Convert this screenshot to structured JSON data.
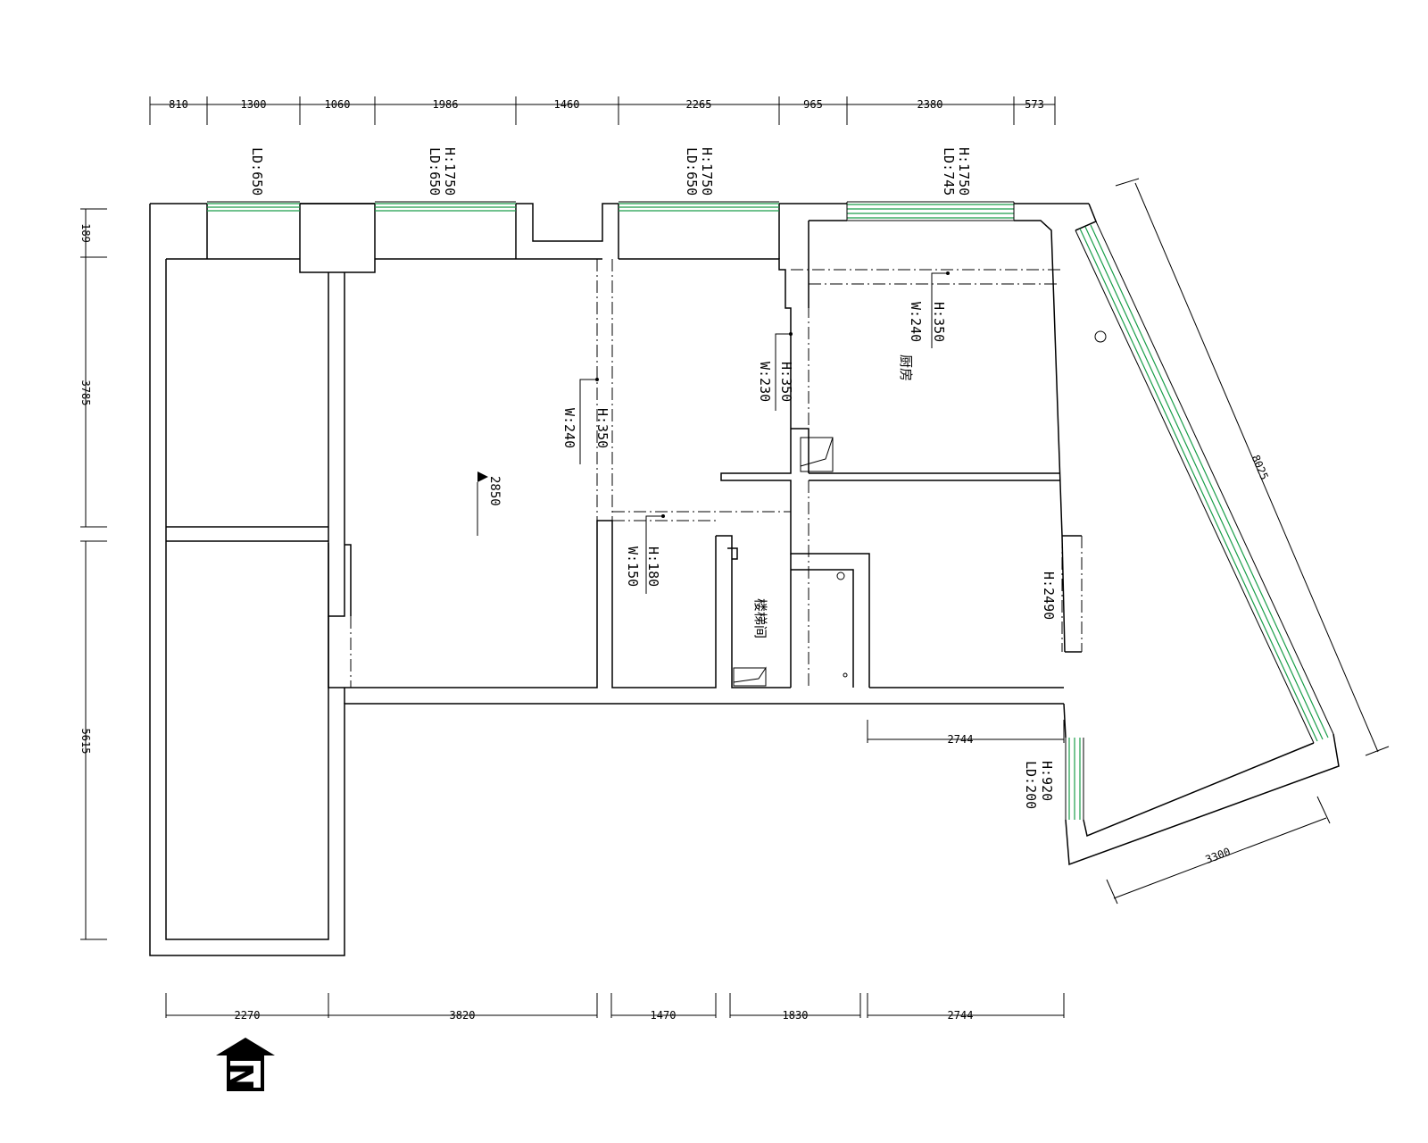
{
  "dims_top": [
    "810",
    "1300",
    "1060",
    "1986",
    "1460",
    "2265",
    "965",
    "2380",
    "573"
  ],
  "dims_bottom": [
    "2270",
    "3820",
    "1470",
    "1830",
    "2744"
  ],
  "dims_left": [
    "189",
    "3785",
    "5615"
  ],
  "dim_right_top": "8025",
  "dim_right_bottom": "3300",
  "dim_mid": "2744",
  "window_labels": [
    {
      "h": "",
      "ld": "LD:650"
    },
    {
      "h": "H:1750",
      "ld": "LD:650"
    },
    {
      "h": "H:1750",
      "ld": "LD:650"
    },
    {
      "h": "H:1750",
      "ld": "LD:745"
    }
  ],
  "window_right": {
    "h": "H:920",
    "ld": "LD:200"
  },
  "beam_labels": [
    {
      "h": "H:350",
      "w": "W:240"
    },
    {
      "h": "H:350",
      "w": "W:230"
    },
    {
      "h": "H:350",
      "w": "W:240"
    },
    {
      "h": "H:180",
      "w": "W:150"
    }
  ],
  "opening_label": "H:2490",
  "elevation": "2850",
  "rooms": {
    "kitchen": "厨房",
    "stair": "楼梯间"
  },
  "compass": "N",
  "colors": {
    "window": "#1a9e4a",
    "line": "#000000"
  }
}
